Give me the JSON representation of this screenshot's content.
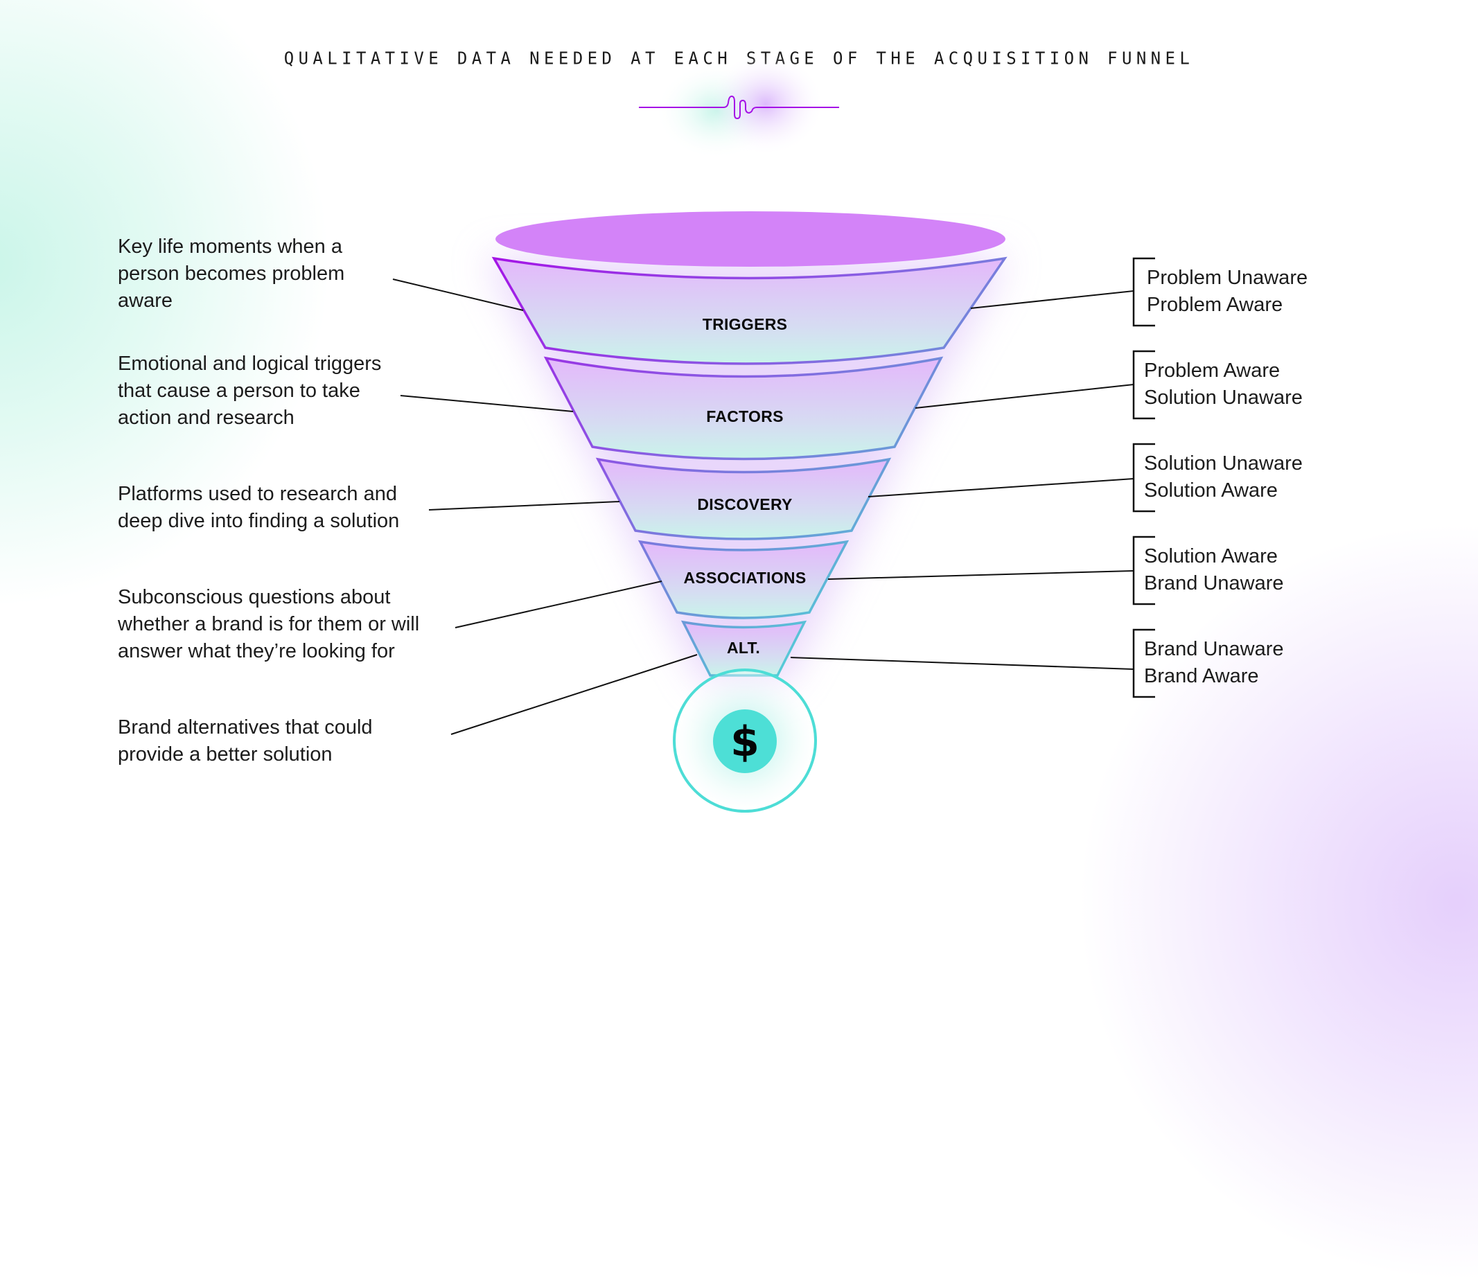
{
  "title": "QUALITATIVE DATA NEEDED AT EACH STAGE OF THE ACQUISITION FUNNEL",
  "colors": {
    "purple_top": "#A512E6",
    "purple_mid": "#8A5BE3",
    "teal": "#4DDDD6",
    "ellipse_fill": "#D383F8",
    "coin_fill": "#4DDFD6",
    "connector": "#111111"
  },
  "stages": [
    {
      "label": "TRIGGERS",
      "description": "Key life moments when a\nperson becomes problem\naware",
      "awareness": [
        "Problem Unaware",
        "Problem Aware"
      ]
    },
    {
      "label": "FACTORS",
      "description": "Emotional and logical triggers\nthat cause a person to take\naction and research",
      "awareness": [
        "Problem Aware",
        "Solution Unaware"
      ]
    },
    {
      "label": "DISCOVERY",
      "description": "Platforms used to research and\ndeep dive into finding a solution",
      "awareness": [
        "Solution Unaware",
        "Solution Aware"
      ]
    },
    {
      "label": "ASSOCIATIONS",
      "description": "Subconscious questions about\nwhether a brand is for them or will\nanswer what they’re looking for",
      "awareness": [
        "Solution Aware",
        "Brand Unaware"
      ]
    },
    {
      "label": "ALT.",
      "description": "Brand alternatives that could\nprovide a better solution",
      "awareness": [
        "Brand Unaware",
        "Brand Aware"
      ]
    }
  ],
  "outcome": {
    "icon": "dollar-icon",
    "symbol": "$"
  }
}
